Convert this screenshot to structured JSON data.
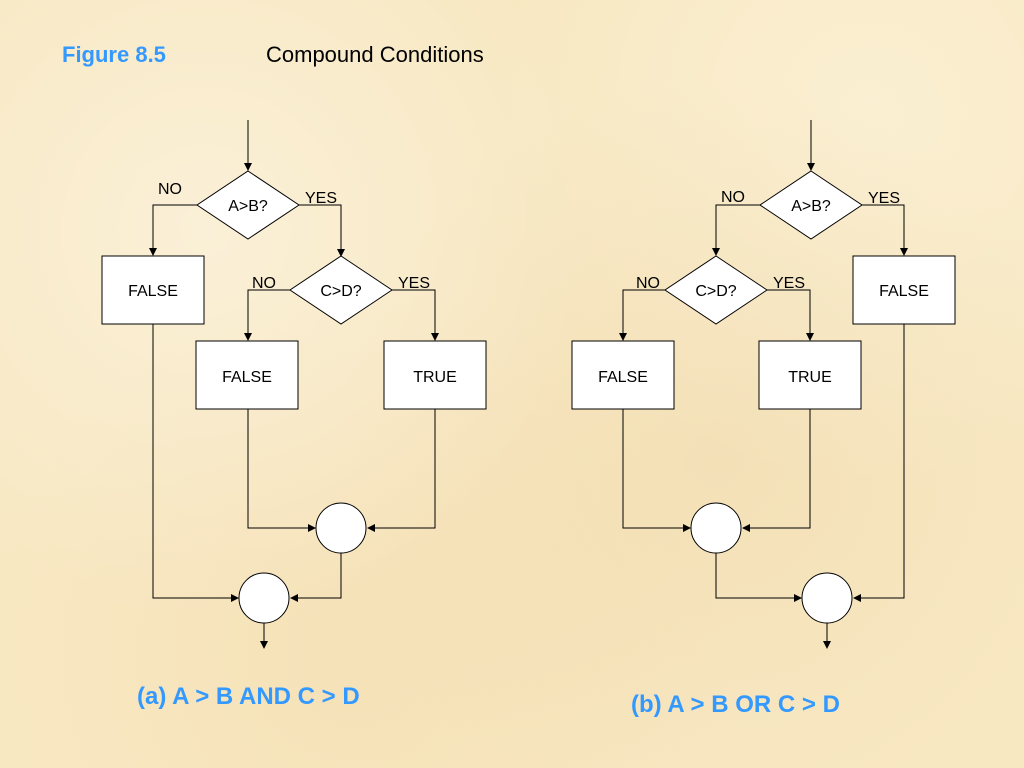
{
  "figure": {
    "number": "Figure 8.5",
    "title": "Compound Conditions"
  },
  "diagram_a": {
    "caption": "(a)  A > B AND C > D",
    "decision1": {
      "text": "A>B?",
      "no": "NO",
      "yes": "YES"
    },
    "decision2": {
      "text": "C>D?",
      "no": "NO",
      "yes": "YES"
    },
    "box_left": "FALSE",
    "box_mid": "FALSE",
    "box_right": "TRUE"
  },
  "diagram_b": {
    "caption": "(b)  A > B OR C > D",
    "decision1": {
      "text": "A>B?",
      "no": "NO",
      "yes": "YES"
    },
    "decision2": {
      "text": "C>D?",
      "no": "NO",
      "yes": "YES"
    },
    "box_left": "FALSE",
    "box_mid": "TRUE",
    "box_right": "FALSE"
  }
}
